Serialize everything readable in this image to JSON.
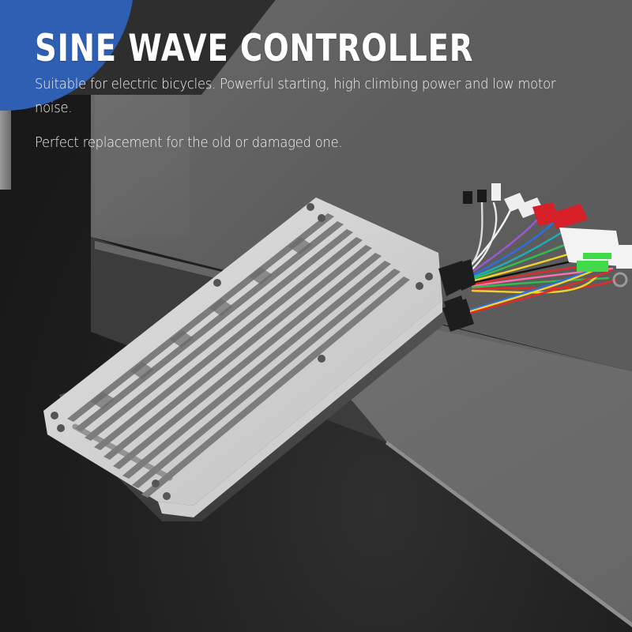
{
  "banner": {
    "title": "SINE WAVE CONTROLLER",
    "description_lines": [
      "Suitable for electric bicycles. Powerful starting, high climbing power and low motor noise.",
      "Perfect replacement for the old or damaged one."
    ]
  },
  "product": {
    "name": "Sine wave controller",
    "image_subject": "aluminum heatsink controller with multicolor wire harness and connectors",
    "connector_colors": [
      "#1a1a1a",
      "#f0f0f0",
      "#d61f26",
      "#3fd94a"
    ],
    "wire_colors": [
      "#e02b2b",
      "#2fbf4a",
      "#2a6fe0",
      "#f2d22c",
      "#9b59d0",
      "#ff6fa8",
      "#1ab0b8",
      "#111111",
      "#f5f5f5"
    ]
  },
  "colors": {
    "accent_blue": "#2f5fb3",
    "title_text": "#ffffff",
    "background_dark": "#1c1c1c",
    "plinth_gray": "#707070"
  }
}
